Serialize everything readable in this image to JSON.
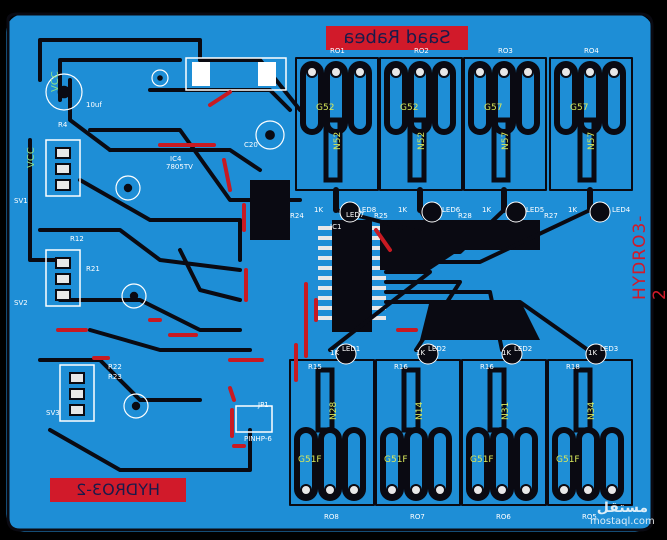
{
  "board": {
    "top_text": "Saad Rabea",
    "bottom_text": "HYDRO3-2",
    "side_text": "HYDRO3-2",
    "vcc_labels": [
      "VCC",
      "VCC"
    ],
    "watermark_ar": "مستقل",
    "watermark_url": "mostaql.com"
  },
  "colors": {
    "copper": "#1e8ed6",
    "trace": "#0a0a12",
    "jumper": "#c81a22",
    "silk": "#ffffff",
    "label_yellow": "#d8e85a",
    "pad": "#e8e8e8"
  },
  "top_relays": [
    {
      "ref": "RO1",
      "led": "LED8",
      "n": "N52",
      "g": "G52",
      "r": "R24",
      "rval": "1K"
    },
    {
      "ref": "RO2",
      "led": "LED6",
      "n": "N52",
      "g": "G52",
      "r": "R25",
      "rval": "1K"
    },
    {
      "ref": "RO3",
      "led": "LED5",
      "n": "N57",
      "g": "G57",
      "r": "R28",
      "rval": "1K"
    },
    {
      "ref": "RO4",
      "led": "LED4",
      "n": "N57",
      "g": "G57",
      "r": "R27",
      "rval": "1K"
    }
  ],
  "bottom_relays": [
    {
      "ref": "RO8",
      "led": "LED1",
      "n": "N28",
      "g": "G51F",
      "r": "R15",
      "rval": "1K"
    },
    {
      "ref": "RO7",
      "led": "LED2",
      "n": "N14",
      "g": "G51F",
      "r": "R16",
      "rval": "1K"
    },
    {
      "ref": "RO6",
      "led": "LED2",
      "n": "N31",
      "g": "G51F",
      "r": "R16",
      "rval": "1K"
    },
    {
      "ref": "RO5",
      "led": "LED3",
      "n": "N34",
      "g": "G51F",
      "r": "R18",
      "rval": "1K"
    }
  ],
  "components": [
    {
      "label": "IC4"
    },
    {
      "label": "7805TV"
    },
    {
      "label": "C20"
    },
    {
      "label": "10uf"
    },
    {
      "label": "SV1"
    },
    {
      "label": "SV2"
    },
    {
      "label": "SV3"
    },
    {
      "label": "R4"
    },
    {
      "label": "R12"
    },
    {
      "label": "R21"
    },
    {
      "label": "R22"
    },
    {
      "label": "R23"
    },
    {
      "label": "JP1"
    },
    {
      "label": "PINHP-6"
    },
    {
      "label": "IC1"
    },
    {
      "label": "LED7"
    }
  ]
}
